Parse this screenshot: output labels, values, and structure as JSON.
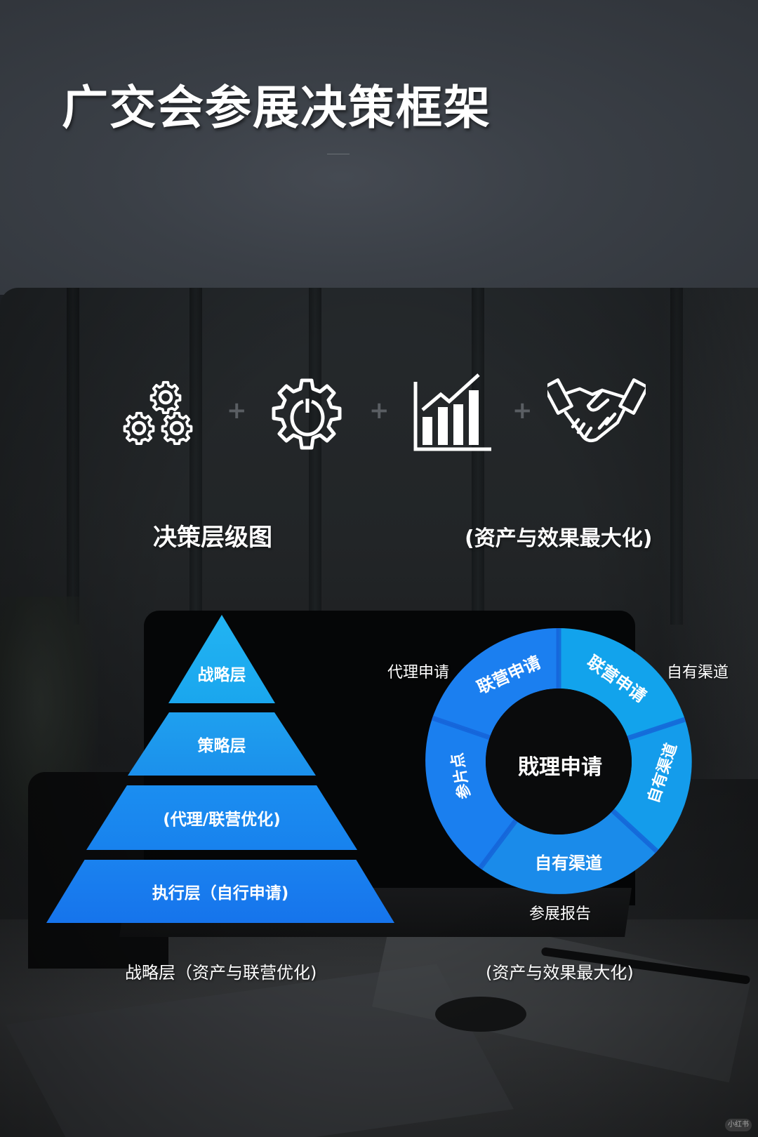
{
  "header": {
    "title": "广交会参展决策框架"
  },
  "icons_row": {
    "items": [
      {
        "name": "gears-cluster-icon"
      },
      {
        "name": "gear-power-icon"
      },
      {
        "name": "bar-chart-growth-icon"
      },
      {
        "name": "handshake-icon"
      }
    ],
    "separator": "+"
  },
  "subtitles": {
    "left": "决策层级图",
    "right": "(资产与效果最大化)"
  },
  "pyramid": {
    "layers": [
      {
        "label": "战略层",
        "color": "#1eaaf0"
      },
      {
        "label": "策略层",
        "color": "#1f98ee"
      },
      {
        "label": "(代理/联营优化)",
        "color": "#1a86f0"
      },
      {
        "label": "执行层（自行申请)",
        "color": "#1878ee"
      }
    ],
    "caption": "战略层（资产与联营优化)"
  },
  "donut": {
    "center_label": "戝理申请",
    "segments": [
      {
        "label": "联营申请",
        "color": "#1a80ee"
      },
      {
        "label": "联营申请",
        "color": "#12a0ea"
      },
      {
        "label": "自有渠道",
        "color": "#139fea"
      },
      {
        "label": "自有渠道",
        "color": "#1a8bea"
      },
      {
        "label": "参片点",
        "color": "#1a7ff0"
      }
    ],
    "outer_labels": {
      "top_left": "代理申请",
      "top_right": "自有渠道",
      "bottom": "参展报告"
    },
    "caption": "(资产与效果最大化)"
  },
  "watermark": "小红书",
  "colors": {
    "accent_blue": "#1a86f0",
    "light_blue": "#1eaaf0",
    "background_dark": "#1b1e22",
    "text": "#ffffff"
  }
}
